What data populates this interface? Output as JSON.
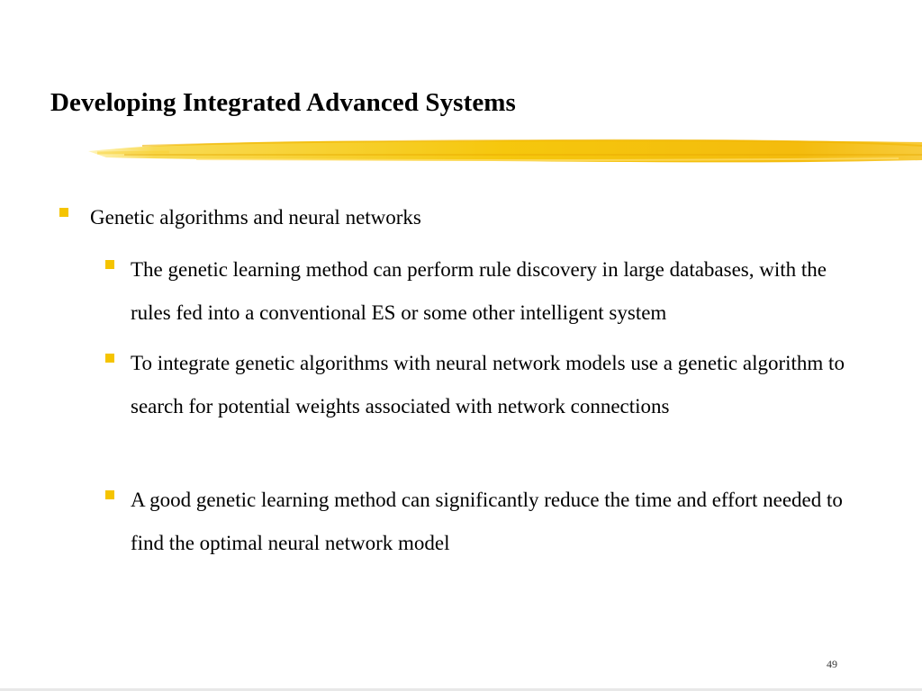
{
  "slide": {
    "title": "Developing Integrated Advanced Systems",
    "accent_color": "#f5c400",
    "bullets": [
      {
        "text": "Genetic algorithms and neural networks",
        "subbullets": [
          "The genetic learning method can perform rule discovery in large databases, with the rules fed into a conventional ES or some other intelligent system",
          "To integrate genetic algorithms with neural network models use a genetic algorithm to search for potential weights associated with network connections",
          "A good genetic learning method can significantly reduce the time and effort needed to find the optimal neural network model"
        ]
      }
    ],
    "page_number": "49"
  }
}
